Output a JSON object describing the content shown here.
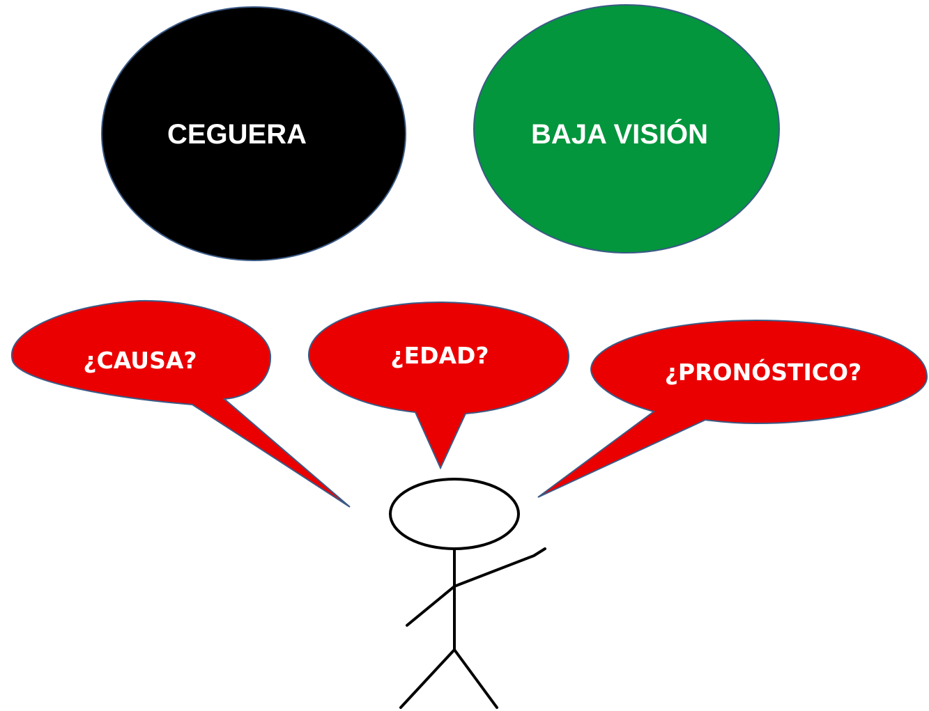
{
  "colors": {
    "ceguera_fill": "#000000",
    "baja_vision_fill": "#03963c",
    "bubble_fill": "#ea0000",
    "outline": "#3b5a86",
    "figure_stroke": "#000000",
    "text": "#ffffff"
  },
  "circles": [
    {
      "label": "CEGUERA",
      "color_key": "ceguera_fill"
    },
    {
      "label": "BAJA VISIÓN",
      "color_key": "baja_vision_fill"
    }
  ],
  "bubbles": [
    {
      "label": "¿CAUSA?"
    },
    {
      "label": "¿EDAD?"
    },
    {
      "label": "¿PRONÓSTICO?"
    }
  ],
  "figure": {
    "icon": "stick-figure-icon"
  }
}
